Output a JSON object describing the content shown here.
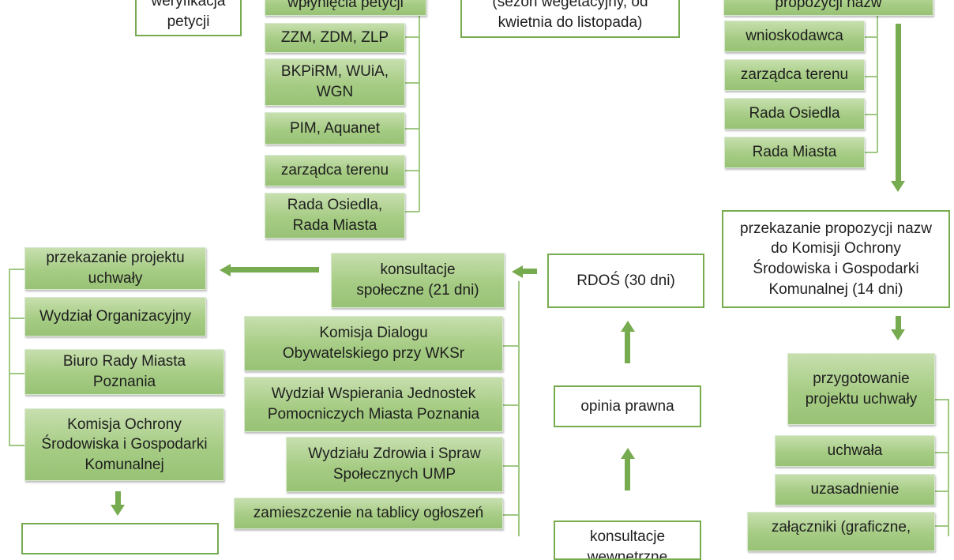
{
  "nodes": {
    "weryfikacja": "weryfikacja petycji",
    "wplyniecie": "wpłynięcia petycji",
    "sezon": "(sezon wegetacyjny, od kwietnia do listopada)",
    "propozycji_top": "propozycji nazw",
    "zzm": "ZZM, ZDM, ZLP",
    "bkpirm": "BKPiRM, WUiA, WGN",
    "pim": "PIM, Aquanet",
    "zarzadca_left": "zarządca terenu",
    "rada_left": "Rada Osiedla, Rada Miasta",
    "wnioskodawca": "wnioskodawca",
    "zarzadca_right": "zarządca terenu",
    "rada_osiedla": "Rada Osiedla",
    "rada_miasta": "Rada Miasta",
    "przekazanie_nazw": "przekazanie propozycji nazw do Komisji Ochrony Środowiska i Gospodarki Komunalnej (14 dni)",
    "rdos": "RDOŚ (30 dni)",
    "konsultacje": "konsultacje społeczne (21 dni)",
    "przekazanie_projektu": "przekazanie projektu uchwały",
    "wydzial_org": "Wydział Organizacyjny",
    "biuro": "Biuro Rady Miasta Poznania",
    "komisja_ochrony": "Komisja Ochrony Środowiska i Gospodarki Komunalnej",
    "komisja_dialogu": "Komisja Dialogu Obywatelskiego przy WKSr",
    "wydzial_wspierania": "Wydział Wspierania Jednostek Pomocniczych Miasta Poznania",
    "wydzial_zdrowia": "Wydziału Zdrowia i Spraw Społecznych UMP",
    "zamieszczenie": "zamieszczenie na tablicy ogłoszeń",
    "opinia": "opinia prawna",
    "przygotowanie": "przygotowanie projektu uchwały",
    "uchwala": "uchwała",
    "uzasadnienie": "uzasadnienie",
    "zalaczniki": "załączniki (graficzne,",
    "bottom_mid": "konsultacje wewnętrzne",
    "bottom_left": ""
  },
  "colors": {
    "green_fill_top": "#c7dfae",
    "green_fill_bottom": "#98c276",
    "green_border": "#77ab4f",
    "connector": "#9fc882"
  }
}
